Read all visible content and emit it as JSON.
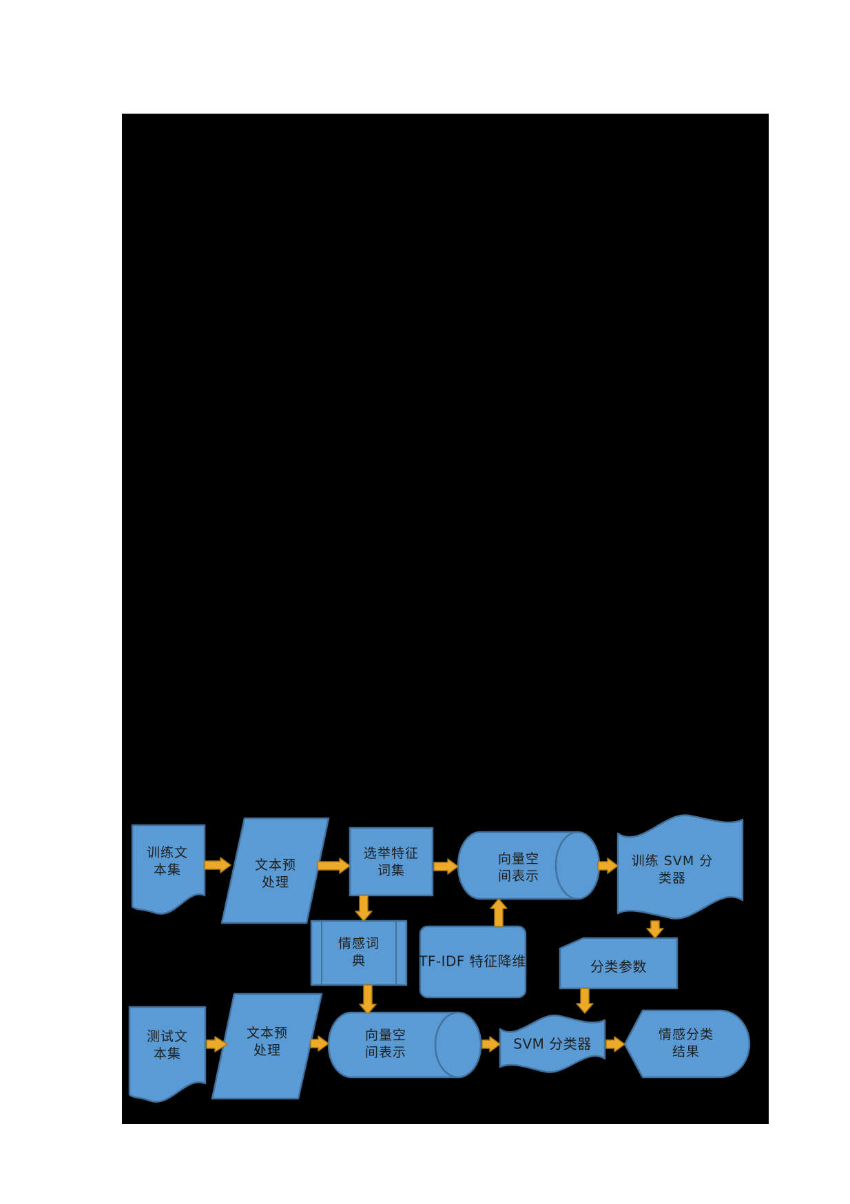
{
  "page": {
    "background_color": "#ffffff",
    "canvas_color": "#000000"
  },
  "palette": {
    "node_fill": "#5b9bd5",
    "node_stroke": "#41719c",
    "arrow_fill": "#eda928",
    "arrow_stroke": "#aa7b15",
    "label_color": "#1f1f1f"
  },
  "diagram": {
    "type": "flowchart",
    "nodes": {
      "train_docs": {
        "label": "训练文\n本集",
        "shape": "document"
      },
      "preprocess_train": {
        "label": "文本预\n处理",
        "shape": "parallelogram"
      },
      "feature_words": {
        "label": "选举特征\n词集",
        "shape": "rectangle"
      },
      "vector_space_train": {
        "label": "向量空\n间表示",
        "shape": "cylinder"
      },
      "train_svm": {
        "label": "训练 SVM 分\n类器",
        "shape": "wave"
      },
      "sentiment_dict": {
        "label": "情感词\n典",
        "shape": "predefined-process"
      },
      "tfidf": {
        "label": "TF-IDF 特征降维",
        "shape": "rounded-rectangle"
      },
      "class_params": {
        "label": "分类参数",
        "shape": "card"
      },
      "test_docs": {
        "label": "测试文\n本集",
        "shape": "document"
      },
      "preprocess_test": {
        "label": "文本预\n处理",
        "shape": "parallelogram"
      },
      "vector_space_test": {
        "label": "向量空\n间表示",
        "shape": "cylinder"
      },
      "svm_classifier": {
        "label": "SVM 分类器",
        "shape": "wave"
      },
      "sentiment_result": {
        "label": "情感分类\n结果",
        "shape": "display"
      }
    },
    "edges": [
      {
        "from": "train_docs",
        "to": "preprocess_train"
      },
      {
        "from": "preprocess_train",
        "to": "feature_words"
      },
      {
        "from": "feature_words",
        "to": "vector_space_train"
      },
      {
        "from": "vector_space_train",
        "to": "train_svm"
      },
      {
        "from": "feature_words",
        "to": "sentiment_dict"
      },
      {
        "from": "sentiment_dict",
        "to": "vector_space_test"
      },
      {
        "from": "tfidf",
        "to": "vector_space_train"
      },
      {
        "from": "train_svm",
        "to": "class_params"
      },
      {
        "from": "class_params",
        "to": "svm_classifier"
      },
      {
        "from": "test_docs",
        "to": "preprocess_test"
      },
      {
        "from": "preprocess_test",
        "to": "vector_space_test"
      },
      {
        "from": "vector_space_test",
        "to": "svm_classifier"
      },
      {
        "from": "svm_classifier",
        "to": "sentiment_result"
      }
    ]
  }
}
